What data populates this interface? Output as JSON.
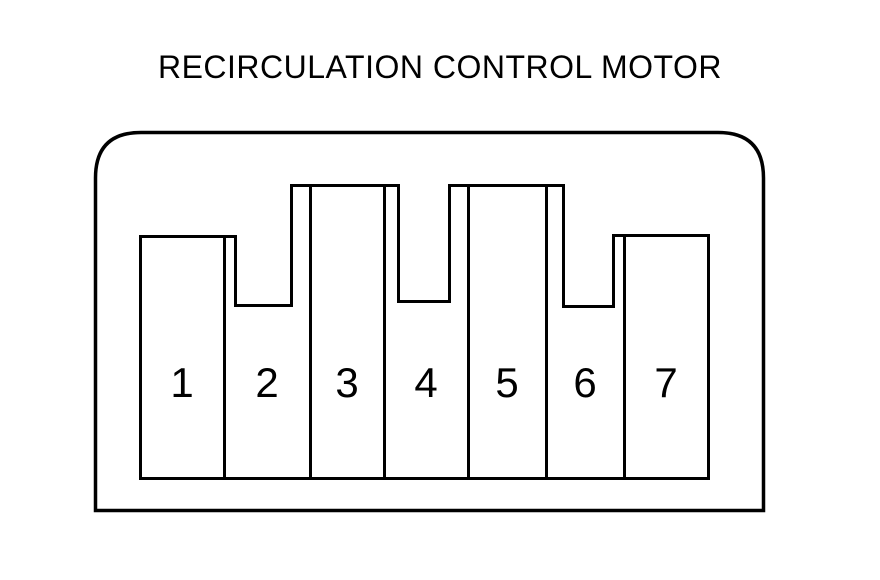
{
  "title": "RECIRCULATION CONTROL MOTOR",
  "diagram": {
    "kind": "connector-pinout",
    "pins": [
      {
        "number": "1"
      },
      {
        "number": "2"
      },
      {
        "number": "3"
      },
      {
        "number": "4"
      },
      {
        "number": "5"
      },
      {
        "number": "6"
      },
      {
        "number": "7"
      }
    ],
    "colors": {
      "line": "#000000",
      "background": "#ffffff"
    }
  }
}
